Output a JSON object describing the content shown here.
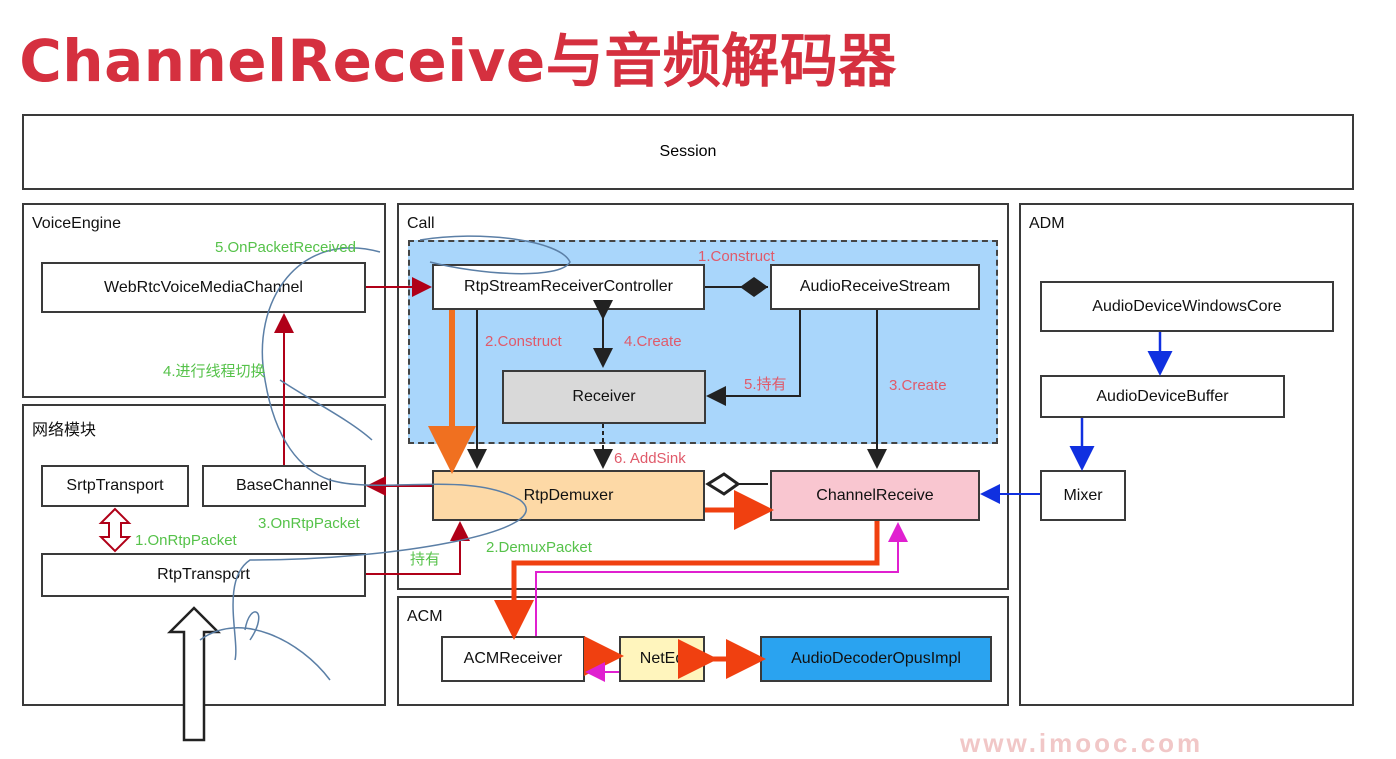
{
  "title": "ChannelReceive与音频解码器",
  "regions": {
    "session": "Session",
    "voice_engine": "VoiceEngine",
    "call": "Call",
    "adm": "ADM",
    "network": "网络模块",
    "acm": "ACM"
  },
  "boxes": {
    "webrtc_voice_media_channel": "WebRtcVoiceMediaChannel",
    "rtp_stream_receiver_controller": "RtpStreamReceiverController",
    "audio_receive_stream": "AudioReceiveStream",
    "receiver": "Receiver",
    "rtp_demuxer": "RtpDemuxer",
    "channel_receive": "ChannelReceive",
    "srtp_transport": "SrtpTransport",
    "base_channel": "BaseChannel",
    "rtp_transport": "RtpTransport",
    "audio_device_windows_core": "AudioDeviceWindowsCore",
    "audio_device_buffer": "AudioDeviceBuffer",
    "mixer": "Mixer",
    "acm_receiver": "ACMReceiver",
    "net_eq": "NetEq",
    "audio_decoder_opus_impl": "AudioDecoderOpusImpl"
  },
  "labels": {
    "construct_1": "1.Construct",
    "construct_2": "2.Construct",
    "create_4": "4.Create",
    "hold_5": "5.持有",
    "create_3": "3.Create",
    "add_sink_6": "6. AddSink",
    "on_packet_received_5": "5.OnPacketReceived",
    "thread_switch_4": "4.进行线程切换",
    "on_rtp_packet_3": "3.OnRtpPacket",
    "on_rtp_packet_1": "1.OnRtpPacket",
    "demux_packet_2": "2.DemuxPacket",
    "hold": "持有"
  },
  "colors": {
    "title": "#d5303f",
    "call_area": "#a9d6fb",
    "receiver_fill": "#d9d9d9",
    "rtp_demuxer_fill": "#fdd9a6",
    "channel_receive_fill": "#f9c6d0",
    "net_eq_fill": "#fff5bd",
    "opus_fill": "#2aa3f0",
    "red_label": "#e05a6a",
    "green_label": "#56c24a"
  },
  "watermark": "www.imooc.com"
}
